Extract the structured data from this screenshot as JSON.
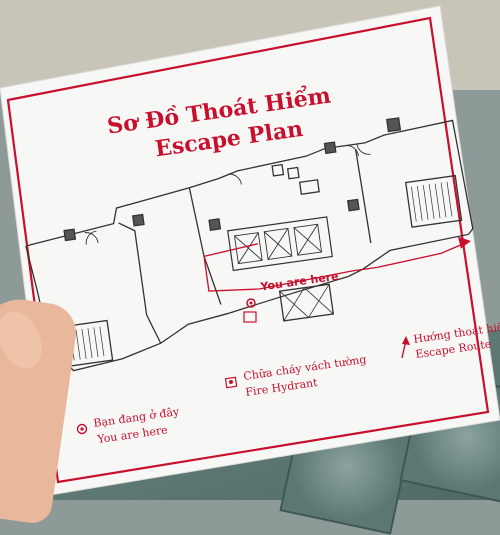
{
  "plan": {
    "title_vi": "Sơ Đồ Thoát Hiểm",
    "title_en": "Escape Plan",
    "you_are_here_marker": "You are here",
    "legend": {
      "you_are_here_vi": "Bạn đang ở đây",
      "you_are_here_en": "You are here",
      "fire_hydrant_vi": "Chữa cháy vách tường",
      "fire_hydrant_en": "Fire Hydrant",
      "escape_route_vi": "Hướng thoát hiểm",
      "escape_route_en": "Escape Route"
    }
  },
  "colors": {
    "accent": "#c8102e",
    "lines": "#333333",
    "paper": "#f7f7f5"
  }
}
